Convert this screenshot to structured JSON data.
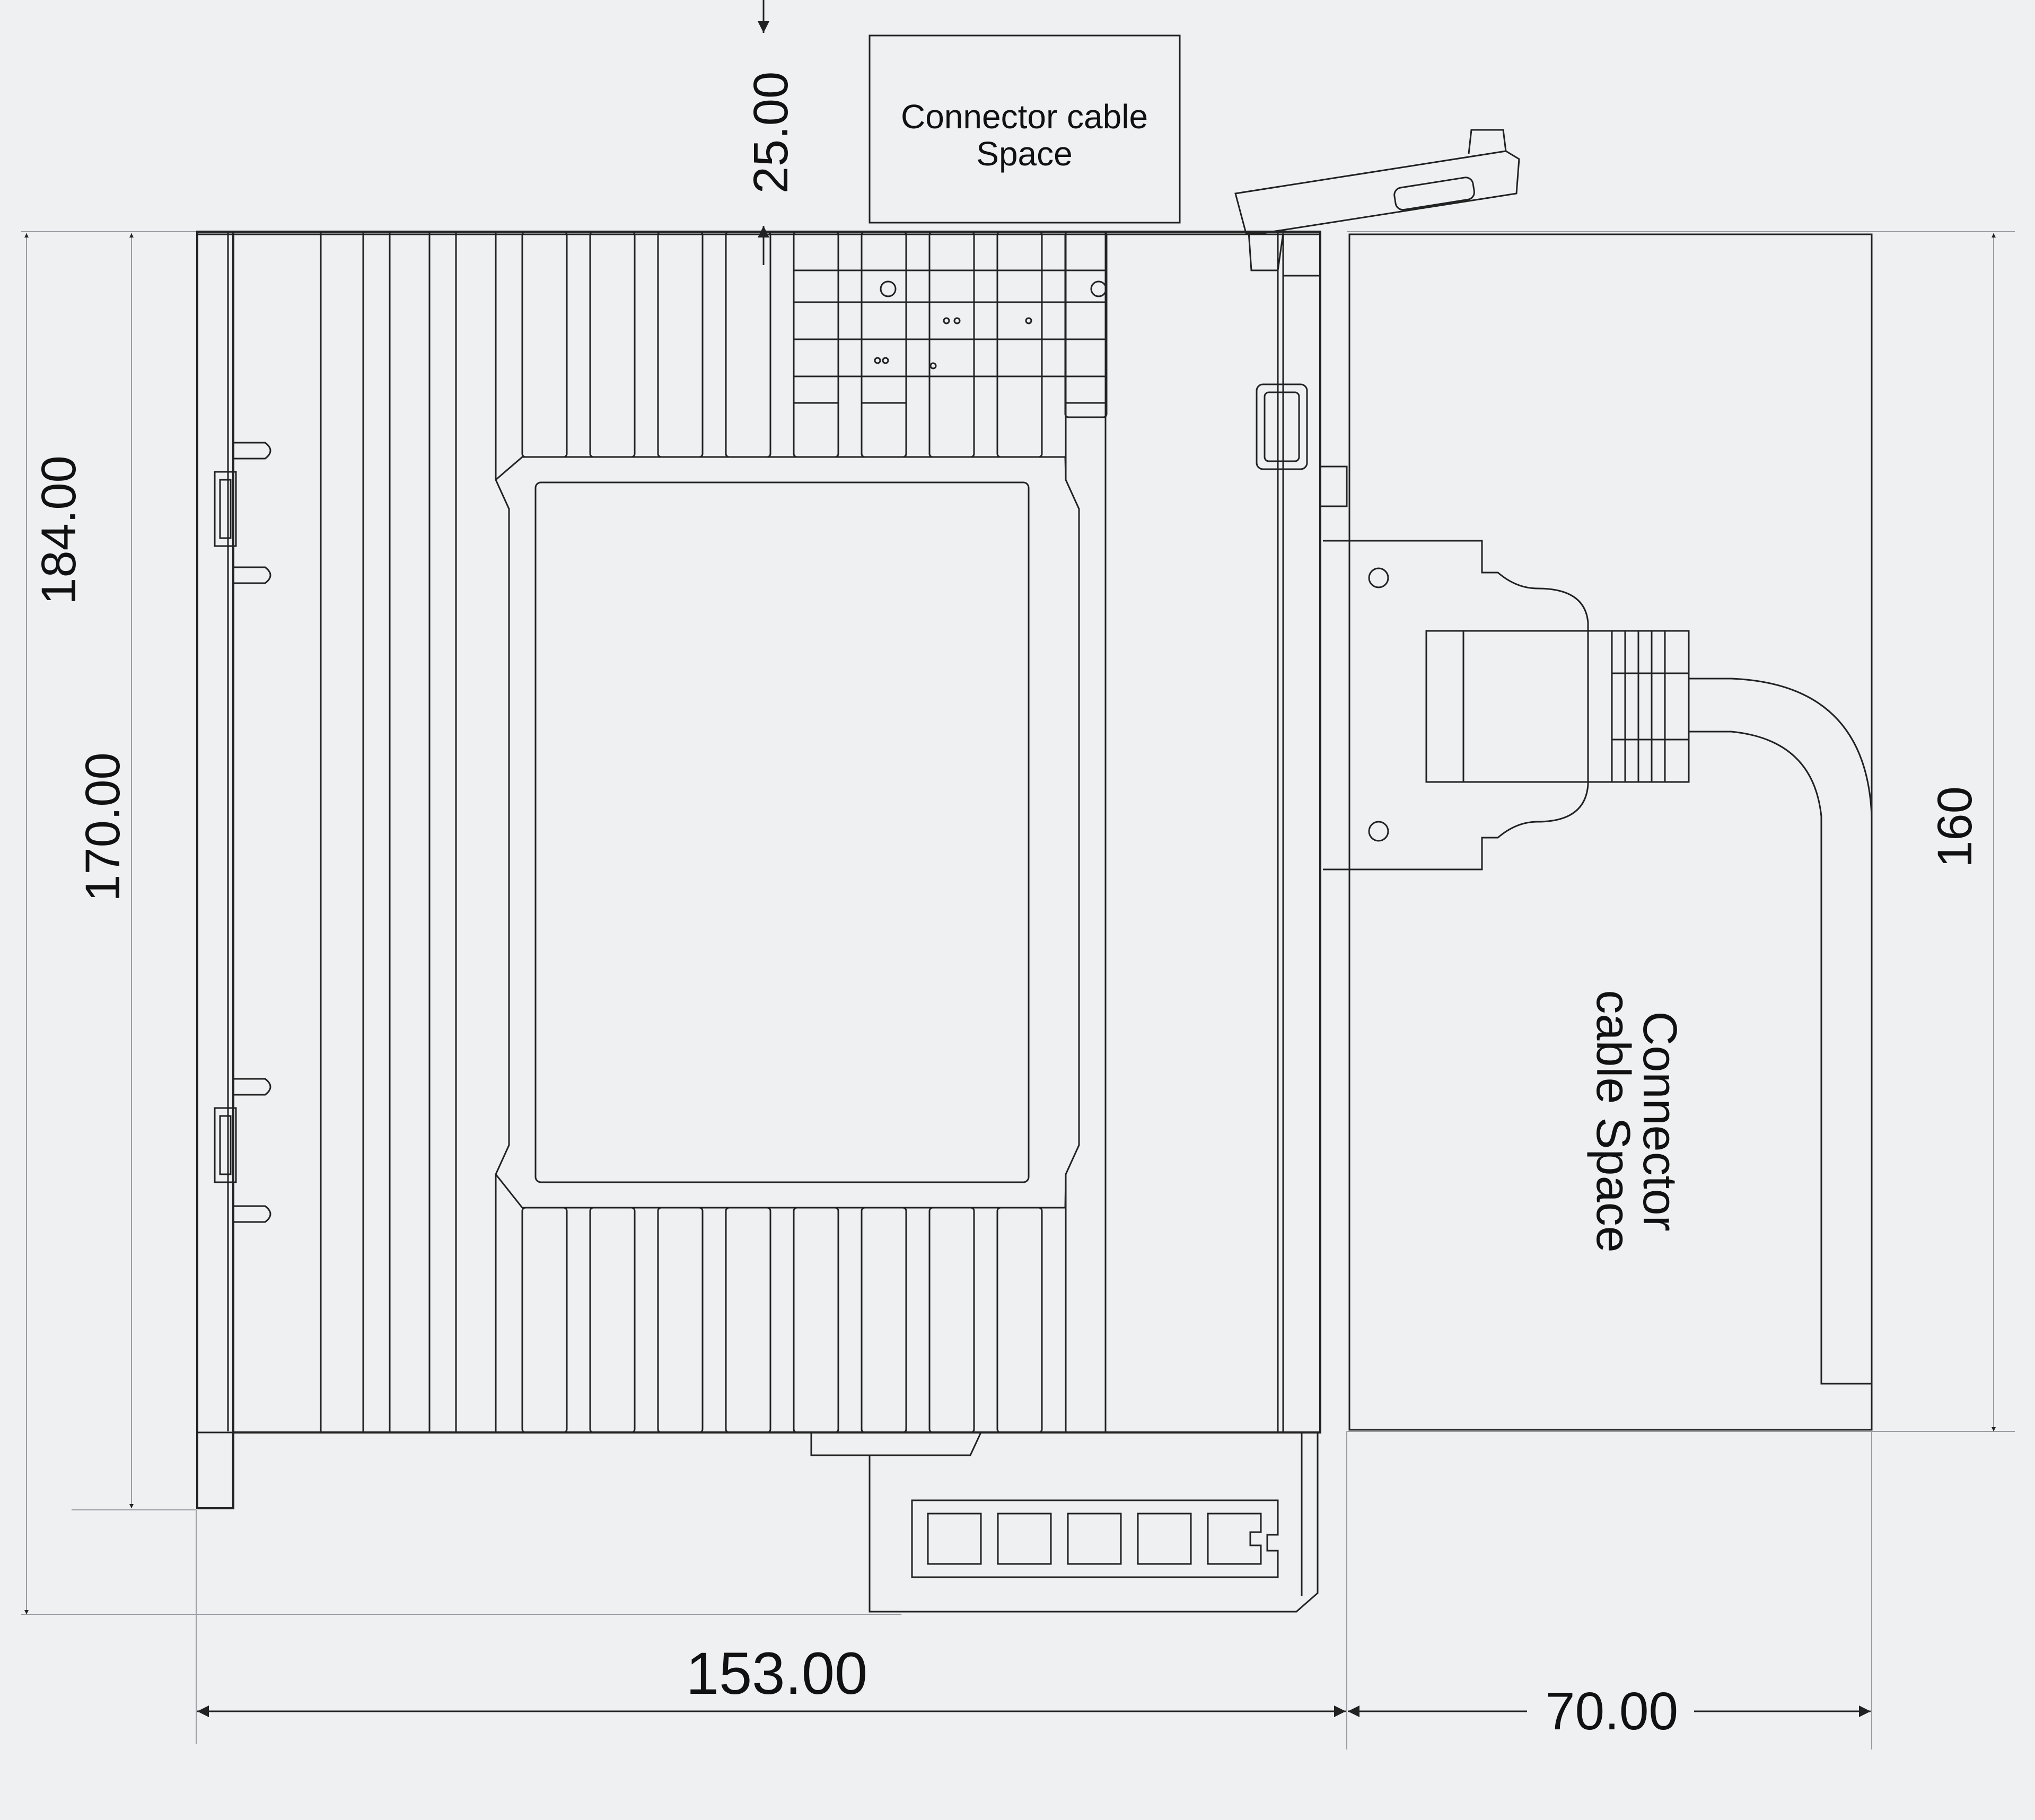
{
  "dimensions": {
    "clearance_top": "25.00",
    "overall_height": "184.00",
    "body_height": "170.00",
    "side_space_height": "160",
    "body_width": "153.00",
    "side_space_width": "70.00"
  },
  "labels": {
    "top_space_line1": "Connector  cable",
    "top_space_line2": "Space",
    "side_space_line1": "Connector",
    "side_space_line2": "cable Space"
  },
  "colors": {
    "background": "#eef0f2",
    "line": "#222222",
    "extension_line": "#9a9ea3"
  }
}
